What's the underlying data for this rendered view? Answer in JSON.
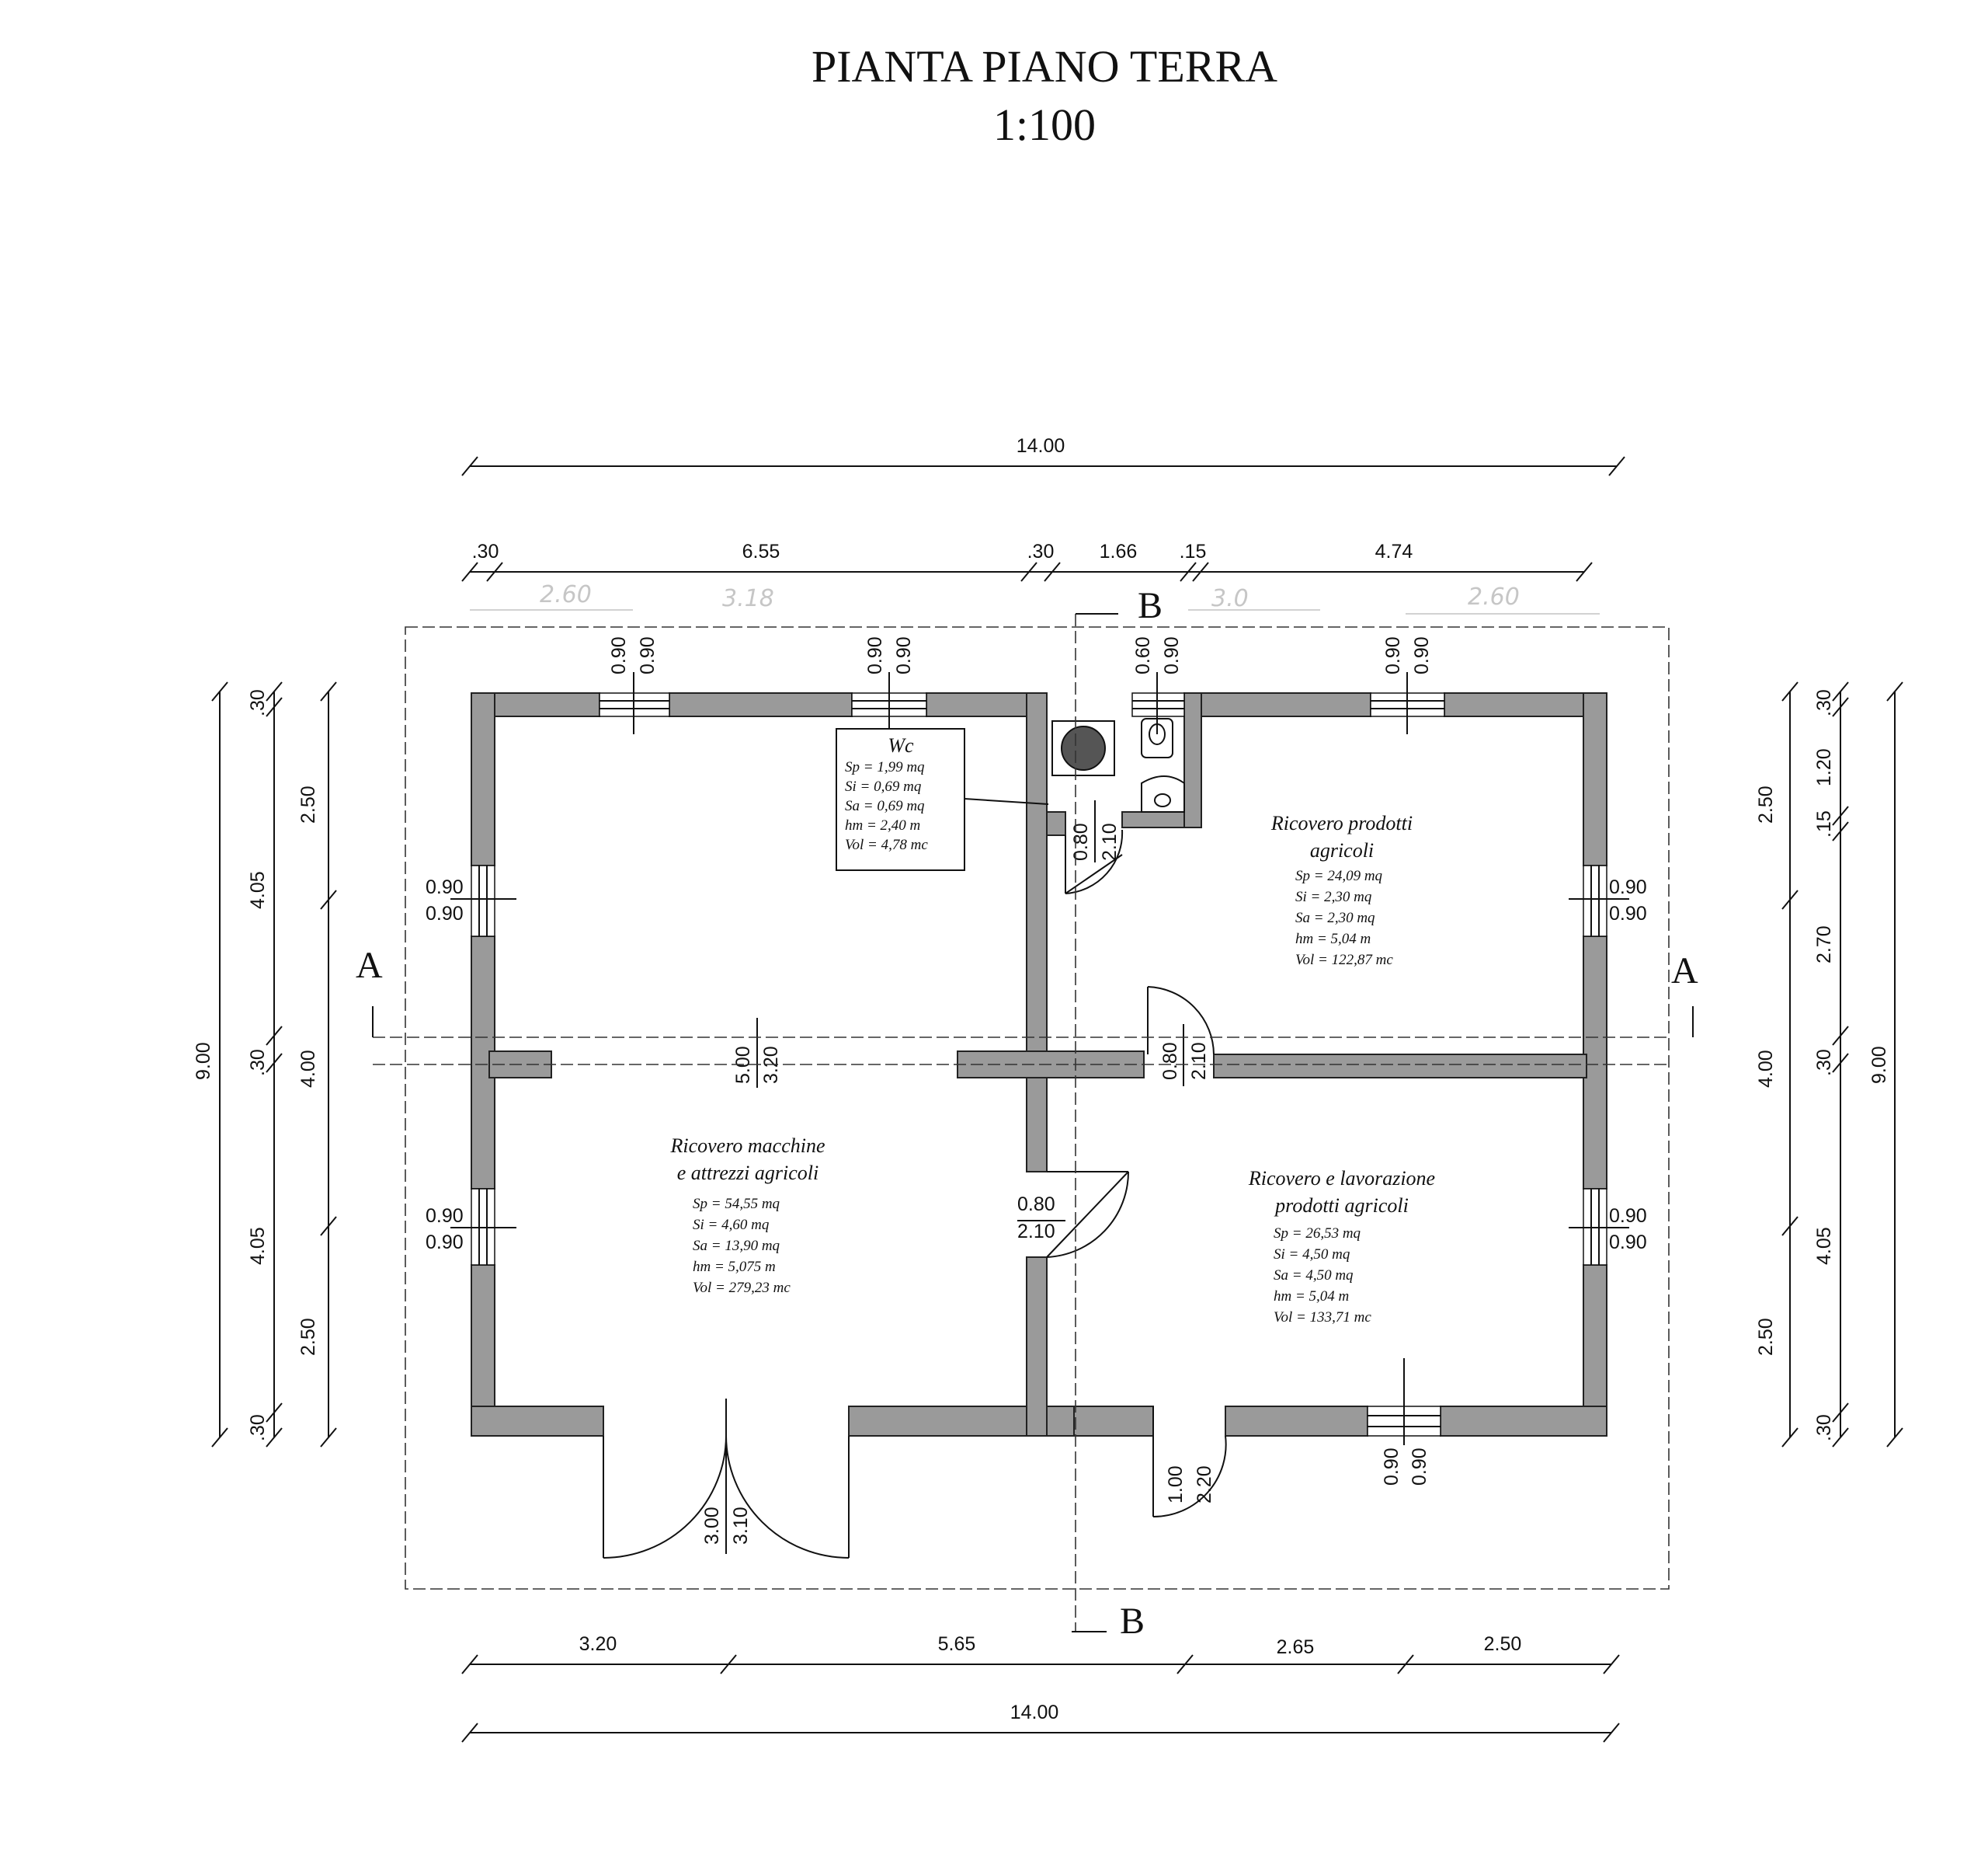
{
  "header": {
    "title": "PIANTA PIANO TERRA",
    "scale": "1:100"
  },
  "dimensions": {
    "top_total": "14.00",
    "top_parts": [
      ".30",
      "6.55",
      ".30",
      "1.66",
      ".15",
      "4.74"
    ],
    "bottom_parts": [
      "3.20",
      "5.65",
      "2.65",
      "2.50"
    ],
    "bottom_total": "14.00",
    "left_total": "9.00",
    "left_outer": [
      ".30",
      "4.05",
      ".30",
      "4.05",
      ".30"
    ],
    "left_inner": [
      "2.50",
      "4.00",
      "2.50"
    ],
    "right_total": "9.00",
    "right_outer": [
      ".30",
      "1.20",
      ".15",
      "2.70",
      ".30",
      "4.05",
      ".30"
    ],
    "right_inner": [
      "2.50",
      "4.00",
      "2.50"
    ]
  },
  "openings": {
    "window": "0.90",
    "wc_window_w": "0.60",
    "wc_window_h": "0.90",
    "door_w": "0.80",
    "door_h": "2.10",
    "main_door_w": "3.00",
    "main_door_h": "3.10",
    "side_door_w": "1.00",
    "side_door_h": "2.20"
  },
  "section_marks": {
    "a": "A",
    "b": "B"
  },
  "pencil_notes": [
    "2.60",
    "3.18",
    "3.0",
    "2.60"
  ],
  "rooms": [
    {
      "id": "wc",
      "name": "Wc",
      "lines": [
        "Sp  =   1,99 mq",
        "Si  =   0,69 mq",
        "Sa  =   0,69 mq",
        "hm  =   2,40  m",
        "Vol  =  4,78 mc"
      ]
    },
    {
      "id": "prodotti",
      "name": [
        "Ricovero prodotti",
        "agricoli"
      ],
      "lines": [
        "Sp  =    24,09 mq",
        "Si  =      2,30 mq",
        "Sa  =      2,30 mq",
        "hm  =      5,04  m",
        "Vol = 122,87 mc"
      ]
    },
    {
      "id": "macchine",
      "name": [
        "Ricovero macchine",
        "e attrezzi agricoli"
      ],
      "lines": [
        "Sp  = 54,55 mq",
        "Si  =   4,60 mq",
        "Sa  =  13,90 mq",
        "hm  =   5,075 m",
        "Vol = 279,23 mc"
      ]
    },
    {
      "id": "lavorazione",
      "name": [
        "Ricovero e lavorazione",
        "prodotti agricoli"
      ],
      "lines": [
        "Sp  =   26,53 mq",
        "Si  =     4,50 mq",
        "Sa  =     4,50 mq",
        "hm  =     5,04  m",
        "Vol = 133,71 mc"
      ]
    }
  ],
  "internal": {
    "partition_w": "5.00",
    "partition_h": "3.20"
  }
}
